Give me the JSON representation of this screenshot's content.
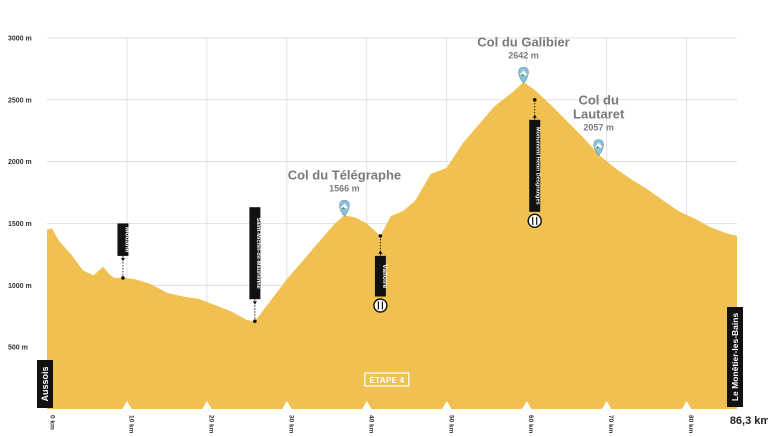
{
  "chart_data": {
    "type": "area",
    "title": "",
    "xlabel": "",
    "ylabel": "",
    "xlim": [
      0,
      86.3
    ],
    "ylim": [
      0,
      3000
    ],
    "grid": true,
    "colors": {
      "fill": "#f0c050",
      "label_bg": "#111111",
      "grid": "#d9d9d9"
    },
    "y_ticks": [
      {
        "value": 500,
        "label": "500 m"
      },
      {
        "value": 1000,
        "label": "1000 m"
      },
      {
        "value": 1500,
        "label": "1500 m"
      },
      {
        "value": 2000,
        "label": "2000 m"
      },
      {
        "value": 2500,
        "label": "2500 m"
      },
      {
        "value": 3000,
        "label": "3000 m"
      }
    ],
    "x_ticks": [
      {
        "value": 0,
        "label": "0 km"
      },
      {
        "value": 10,
        "label": "10 km"
      },
      {
        "value": 20,
        "label": "20 km"
      },
      {
        "value": 30,
        "label": "30 km"
      },
      {
        "value": 40,
        "label": "40 km"
      },
      {
        "value": 50,
        "label": "50 km"
      },
      {
        "value": 60,
        "label": "60 km"
      },
      {
        "value": 70,
        "label": "70 km"
      },
      {
        "value": 80,
        "label": "80 km"
      }
    ],
    "total_distance_label": "86,3 km",
    "stage_label": "ÉTAPE 4",
    "start_label": "Aussois",
    "finish_label": "Le Monêtier-les-Bains",
    "profile": {
      "x": [
        0,
        0.6,
        1.5,
        3,
        4.5,
        5.8,
        7,
        7.8,
        8.4,
        9.5,
        11,
        13,
        15,
        17,
        19,
        21,
        23,
        25,
        26,
        28,
        30,
        32,
        34,
        36,
        37.2,
        38.5,
        40,
        41.7,
        43,
        44.5,
        46,
        48,
        50,
        52,
        54,
        56,
        58,
        59.6,
        61,
        63,
        65,
        67,
        69,
        71,
        73,
        75,
        77,
        79,
        81,
        83,
        85,
        86.3
      ],
      "y": [
        1450,
        1460,
        1360,
        1250,
        1120,
        1080,
        1150,
        1090,
        1060,
        1060,
        1050,
        1010,
        940,
        910,
        890,
        840,
        790,
        720,
        710,
        880,
        1050,
        1200,
        1350,
        1500,
        1566,
        1550,
        1500,
        1400,
        1560,
        1600,
        1680,
        1900,
        1950,
        2150,
        2300,
        2450,
        2550,
        2642,
        2580,
        2460,
        2330,
        2200,
        2057,
        1950,
        1860,
        1780,
        1690,
        1600,
        1540,
        1470,
        1420,
        1400
      ]
    },
    "cols": [
      {
        "name_lines": [
          "Col du Télégraphe"
        ],
        "altitude_label": "1566 m",
        "km": 37.2,
        "elev": 1566
      },
      {
        "name_lines": [
          "Col du Galibier"
        ],
        "altitude_label": "2642 m",
        "km": 59.6,
        "elev": 2642
      },
      {
        "name_lines": [
          "Col du",
          "Lautaret"
        ],
        "altitude_label": "2057 m",
        "km": 69,
        "elev": 2057
      }
    ],
    "waypoints": [
      {
        "label": "Modane",
        "km": 9.5,
        "elev": 1060,
        "direction": "up",
        "food": false
      },
      {
        "label": "Saint-Michel-de-Maurienne",
        "km": 26,
        "elev": 710,
        "direction": "up",
        "food": false
      },
      {
        "label": "Valloire",
        "km": 41.7,
        "elev": 1400,
        "direction": "down",
        "food": true
      },
      {
        "label": "Monument Henri Desgranges",
        "km": 61,
        "elev": 2500,
        "direction": "down",
        "food": true
      }
    ]
  }
}
